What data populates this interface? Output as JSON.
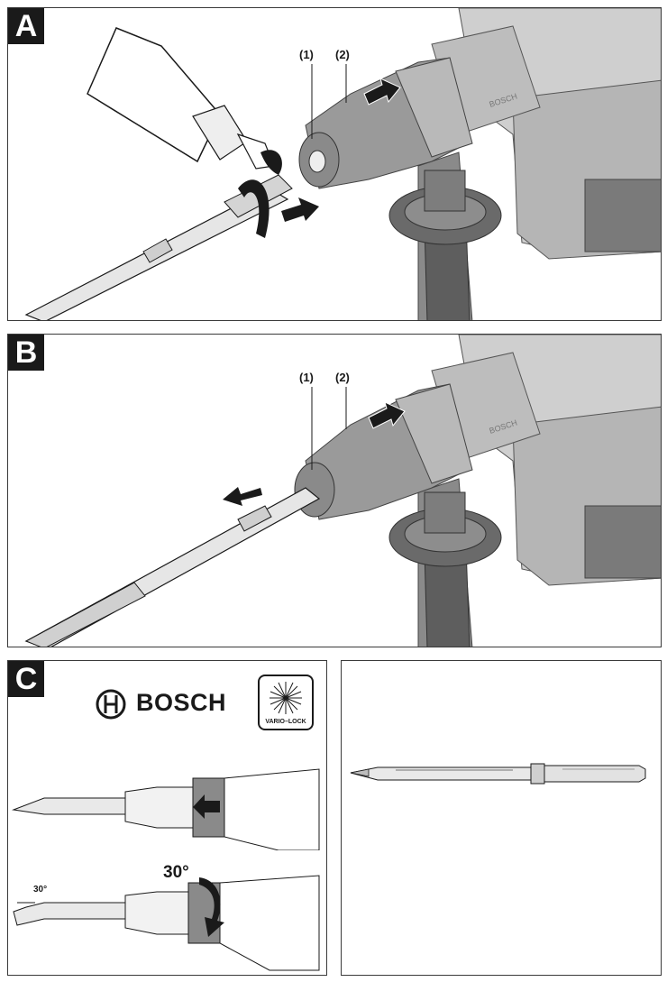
{
  "panels": {
    "a": {
      "tag": "A",
      "label_1": "(1)",
      "label_2": "(2)",
      "tool_text": "BOSCH"
    },
    "b": {
      "tag": "B",
      "label_1": "(1)",
      "label_2": "(2)",
      "tool_text": "BOSCH"
    },
    "c": {
      "tag": "C",
      "brand": "BOSCH",
      "badge": "VARIO–LOCK",
      "angle_large": "30°",
      "angle_small": "30°"
    }
  },
  "colors": {
    "ink": "#1a1a1a",
    "frame": "#3a3a3a",
    "tool_light": "#d9d9d9",
    "tool_mid": "#a6a6a6",
    "tool_dark": "#6e6e6e"
  }
}
